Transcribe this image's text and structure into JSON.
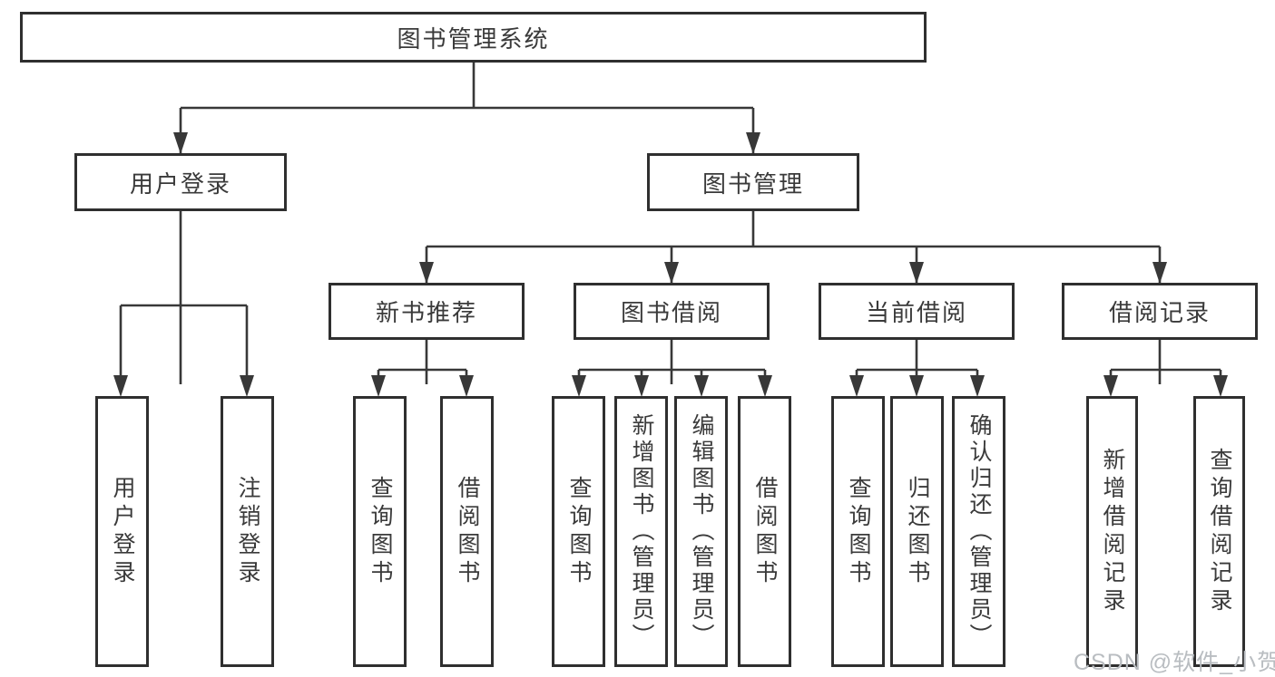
{
  "diagram": {
    "type": "hierarchy-tree",
    "title": "图书管理系统",
    "watermark": "CSDN @软件_小贺同学",
    "colors": {
      "background": "#ffffff",
      "line": "#383838",
      "box_border": "#2f2f2f",
      "text": "#3a3a3a",
      "watermark_text": "#b9bdc1"
    },
    "nodes": {
      "root": {
        "label": "图书管理系统"
      },
      "level2": [
        {
          "label": "用户登录"
        },
        {
          "label": "图书管理"
        }
      ],
      "level3": [
        {
          "label": "新书推荐",
          "parent": "图书管理"
        },
        {
          "label": "图书借阅",
          "parent": "图书管理"
        },
        {
          "label": "当前借阅",
          "parent": "图书管理"
        },
        {
          "label": "借阅记录",
          "parent": "图书管理"
        }
      ],
      "leaves": [
        {
          "label": "用户登录",
          "parent": "用户登录"
        },
        {
          "label": "注销登录",
          "parent": "用户登录"
        },
        {
          "label": "查询图书",
          "parent": "新书推荐"
        },
        {
          "label": "借阅图书",
          "parent": "新书推荐"
        },
        {
          "label": "查询图书",
          "parent": "图书借阅"
        },
        {
          "label": "新增图书（管理员）",
          "parent": "图书借阅"
        },
        {
          "label": "编辑图书（管理员）",
          "parent": "图书借阅"
        },
        {
          "label": "借阅图书",
          "parent": "图书借阅"
        },
        {
          "label": "查询图书",
          "parent": "当前借阅"
        },
        {
          "label": "归还图书",
          "parent": "当前借阅"
        },
        {
          "label": "确认归还（管理员）",
          "parent": "当前借阅"
        },
        {
          "label": "新增借阅记录",
          "parent": "借阅记录"
        },
        {
          "label": "查询借阅记录",
          "parent": "借阅记录"
        }
      ]
    }
  }
}
